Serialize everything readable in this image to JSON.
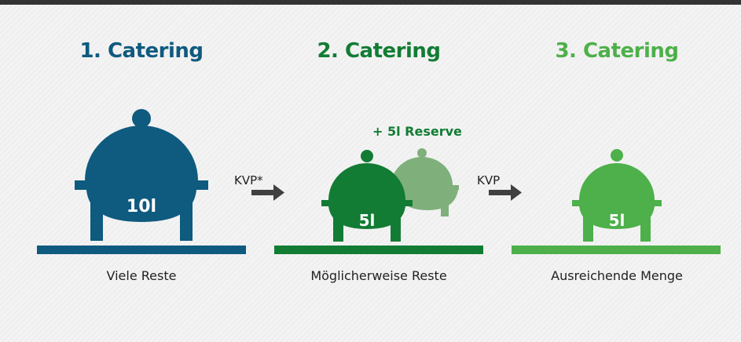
{
  "steps": [
    {
      "title": "1. Catering",
      "volume": "10l",
      "caption": "Viele Reste",
      "color": "#0f5a7f"
    },
    {
      "title": "2. Catering",
      "volume": "5l",
      "caption": "Möglicherweise Reste",
      "color": "#127c34"
    },
    {
      "title": "3. Catering",
      "volume": "5l",
      "caption": "Ausreichende Menge",
      "color": "#4db04a"
    }
  ],
  "reserve": {
    "label": "+ 5l Reserve",
    "color": "#7fb07c"
  },
  "arrows": [
    {
      "label": "KVP*",
      "color": "#404040"
    },
    {
      "label": "KVP",
      "color": "#404040"
    }
  ],
  "top_rule_color": "#333333"
}
